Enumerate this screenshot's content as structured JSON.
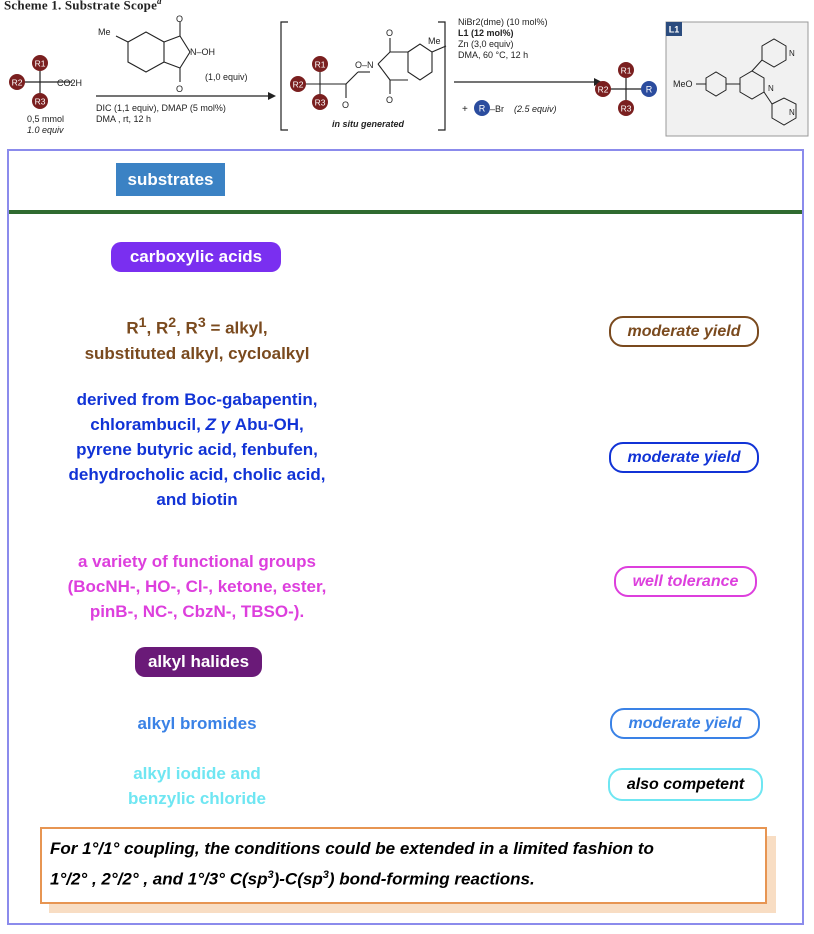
{
  "scheme": {
    "title": "Scheme 1. Substrate Scope",
    "title_sup": "a",
    "reagent_me": "Me",
    "reagent_noh": "N–OH",
    "reagent_equiv": "(1,0 equiv)",
    "cond1": "DIC (1,1 equiv), DMAP (5 mol%)",
    "cond2": "DMA , rt, 12 h",
    "amount": "0,5 mmol",
    "amount_equiv": "1.0 equiv",
    "co2h": "CO2H",
    "r1": "R1",
    "r2": "R2",
    "r3": "R3",
    "r": "R",
    "insitu": "in situ generated",
    "ester_me": "Me",
    "ester_on": "O–N",
    "cond_ni": "NiBr2(dme) (10 mol%)",
    "cond_l1": "L1 (12 mol%)",
    "cond_zn": "Zn (3,0 equiv)",
    "cond_dma": "DMA, 60 °C, 12 h",
    "rbr_plus": "+",
    "rbr_br": "–Br",
    "rbr_equiv": "(2.5 equiv)",
    "l1_label": "L1",
    "meo": "MeO",
    "n": "N"
  },
  "panel": {
    "substrates": "substrates",
    "carboxylic_acids": "carboxylic acids",
    "alkyl_halides": "alkyl halides",
    "groups": [
      {
        "lines": [
          "R1, R2, R3 = alkyl,",
          "substituted alkyl, cycloalkyl"
        ],
        "result": "moderate yield",
        "color": "#7a4a1e"
      },
      {
        "lines": [
          "derived from Boc-gabapentin,",
          "chlorambucil, Z γ Abu-OH,",
          "pyrene butyric acid, fenbufen,",
          "dehydrocholic acid, cholic acid,",
          "and biotin"
        ],
        "result": "moderate yield",
        "color": "#1133d6"
      },
      {
        "lines": [
          "a variety of functional groups",
          "(BocNH-, HO-, Cl-, ketone, ester,",
          "pinB-, NC-, CbzN-, TBSO-)."
        ],
        "result": "well tolerance",
        "color": "#dd3fdd"
      },
      {
        "lines": [
          "alkyl bromides"
        ],
        "result": "moderate yield",
        "color": "#3a82e6"
      },
      {
        "lines": [
          "alkyl iodide and",
          "benzylic chloride"
        ],
        "result": "also competent",
        "color": "#6fe6f2",
        "result_color": "#000000"
      }
    ],
    "note": {
      "line1": "For 1°/1° coupling, the conditions could be extended in a limited fashion to",
      "line2": "1°/2° , 2°/2° , and 1°/3° C(sp3)-C(sp3) bond-forming reactions."
    }
  }
}
